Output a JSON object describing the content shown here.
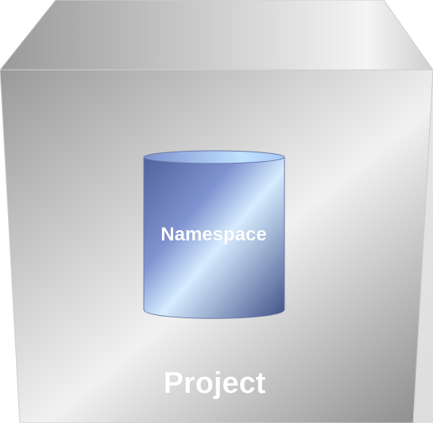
{
  "diagram": {
    "container": {
      "label": "Project",
      "shape": "cube",
      "colors": {
        "front_light": "#f1f1f1",
        "front_dark": "#8a8a8a",
        "top_light": "#f4f4f4",
        "top_dark": "#9a9a9a",
        "side": "#b9b9b9"
      }
    },
    "child": {
      "label": "Namespace",
      "shape": "cylinder",
      "colors": {
        "highlight": "#d6ecff",
        "mid": "#7f93d0",
        "dark": "#3f4f87",
        "top": "#bfe3ff"
      }
    }
  }
}
